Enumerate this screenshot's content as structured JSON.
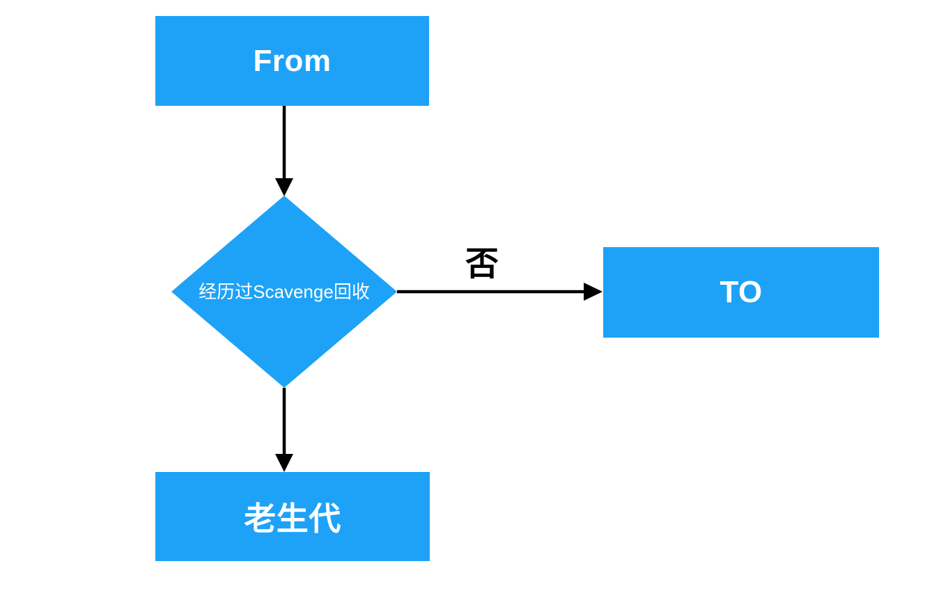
{
  "colors": {
    "node_fill": "#1EA2F7",
    "node_text": "#FFFFFF",
    "arrow": "#000000",
    "background": "#FFFFFF"
  },
  "nodes": {
    "from": {
      "label": "From",
      "type": "process"
    },
    "decision": {
      "label": "经历过Scavenge回收",
      "type": "decision"
    },
    "to": {
      "label": "TO",
      "type": "process"
    },
    "old_generation": {
      "label": "老生代",
      "type": "process"
    }
  },
  "edges": {
    "from_to_decision": {
      "label": ""
    },
    "decision_to_to": {
      "label": "否"
    },
    "decision_to_old_generation": {
      "label": ""
    }
  }
}
